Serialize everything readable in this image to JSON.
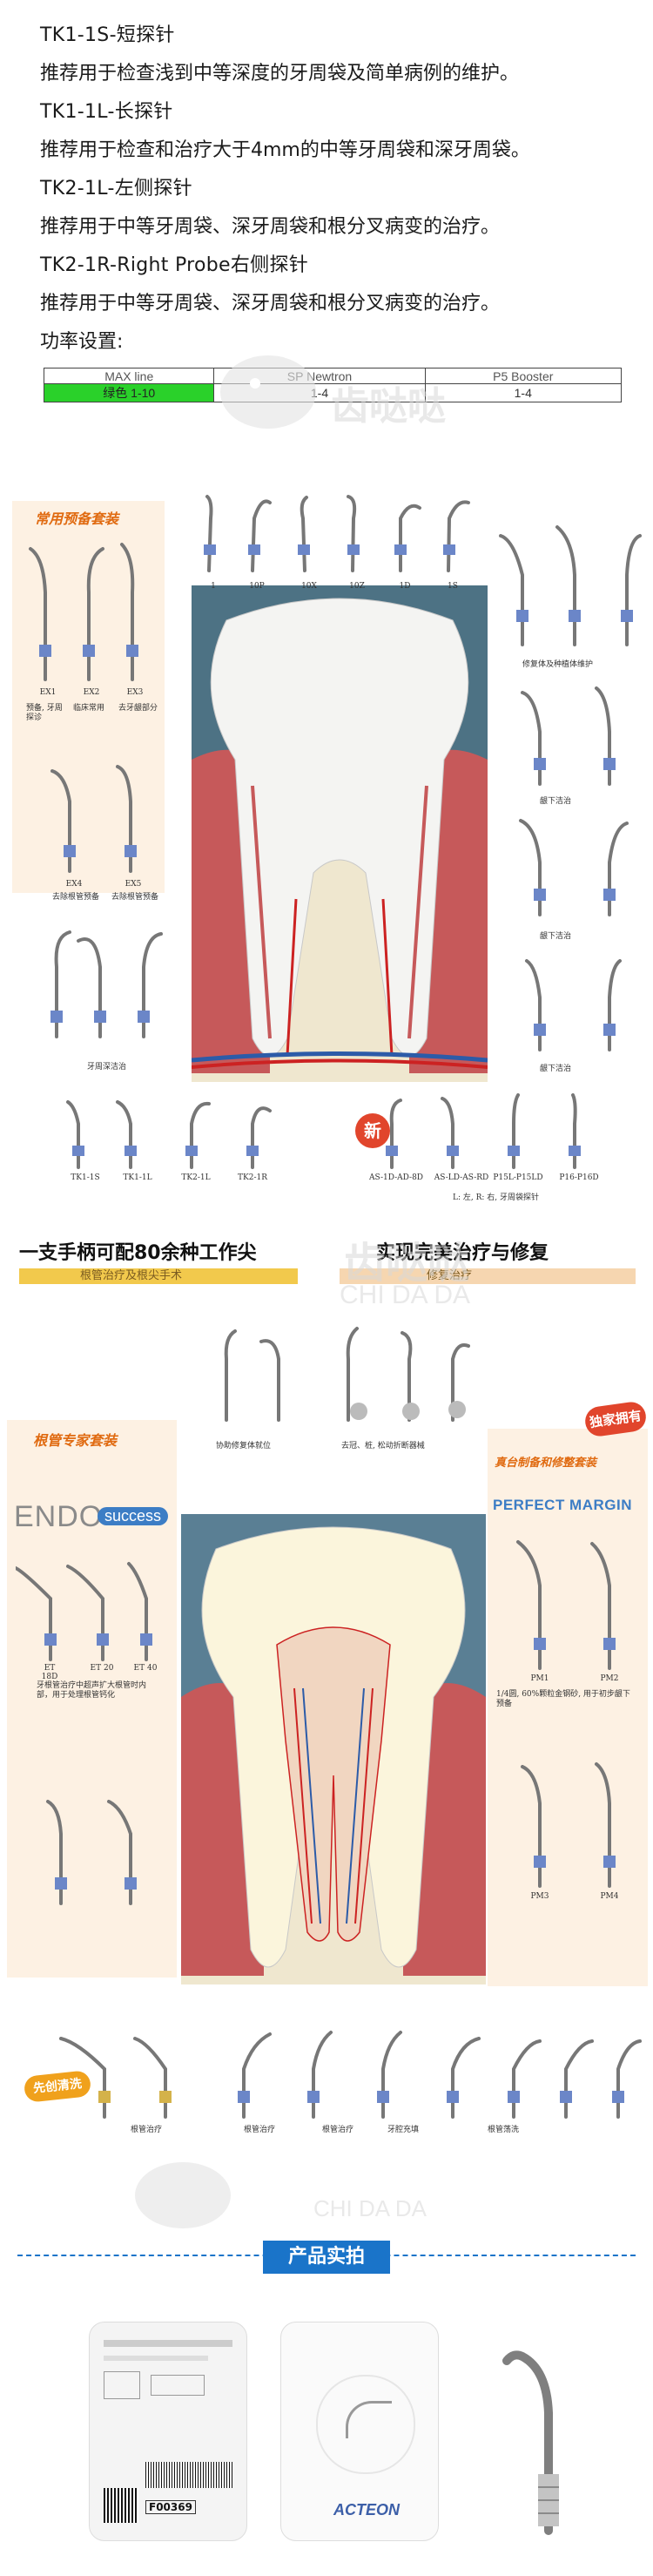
{
  "intro": {
    "lines": [
      "TK1-1S-短探针",
      "推荐用于检查浅到中等深度的牙周袋及简单病例的维护。",
      "TK1-1L-长探针",
      "推荐用于检查和治疗大于4mm的中等牙周袋和深牙周袋。",
      "TK2-1L-左侧探针",
      "推荐用于中等牙周袋、深牙周袋和根分叉病变的治疗。",
      "TK2-1R-Right Probe右侧探针",
      "推荐用于中等牙周袋、深牙周袋和根分叉病变的治疗。",
      "功率设置:"
    ]
  },
  "power_table": {
    "headers": [
      "MAX line",
      "SP Newtron",
      "P5 Booster"
    ],
    "row": [
      "绿色 1-10",
      "1-4",
      "1-4"
    ],
    "highlight_color": "#2ad12a"
  },
  "watermark": {
    "cn": "齿哒哒",
    "en": "CHI DA DA"
  },
  "section1": {
    "panel_title": "常用预备套装",
    "new_badge": "新",
    "labels": {
      "top_row": [
        "1",
        "10P",
        "10X",
        "10Z",
        "1D",
        "1S"
      ],
      "left_tips": [
        "EX1",
        "EX2",
        "EX3",
        "EX4",
        "EX5"
      ],
      "left_captions": [
        "预备, 牙周探诊",
        "临床常用",
        "去牙龈部分",
        "去除根管预备",
        "去除根管预备"
      ],
      "right_top_caption": "修复体及种植体维护",
      "right_mid_caption": "龈下洁治",
      "right_mid2_caption": "龈下洁治",
      "right_low_caption": "龈下洁治",
      "left_low_caption": "牙周深洁治",
      "bottom_left": [
        "TK1-1S",
        "TK1-1L",
        "TK2-1L",
        "TK2-1R"
      ],
      "bottom_right": [
        "AS-1D-AD-8D",
        "AS-LD-AS-RD",
        "P15L-P15LD",
        "P16-P16D"
      ],
      "bottom_note": "L: 左, R: 右, 牙周袋探针"
    }
  },
  "banners": {
    "left_title": "一支手柄可配80余种工作尖",
    "left_sub": "根管治疗及根尖手术",
    "right_title": "实现完美治疗与修复",
    "right_sub": "修复治疗"
  },
  "section2": {
    "top_captions": [
      "协助修复体就位",
      "去冠、桩, 松动折断器械"
    ],
    "endo_title": "根管专家套装",
    "endo_brand": "ENDO",
    "endo_brand_tail": "success",
    "margin_title": "真台制备和修整套装",
    "margin_brand": "PERFECT MARGIN",
    "exclusive_badge": "独家拥有",
    "endo_tips": [
      "ET 18D",
      "ET 20",
      "ET 40"
    ],
    "endo_text": "牙根管治疗中超声扩大根管时内部，用于处理根管钙化",
    "margin_tips": [
      "PM1",
      "PM2",
      "PM3",
      "PM4"
    ],
    "margin_text": "1/4圆, 60%颗粒金钢砂, 用于初步龈下预备"
  },
  "section3": {
    "badge": "先创清洗",
    "captions": [
      "根管治疗",
      "根管治疗",
      "根管治疗",
      "牙腔充填",
      "根管荡洗"
    ]
  },
  "product": {
    "title": "产品实拍",
    "pkg_ref": "F00369",
    "pkg_brand": "ACTEON"
  },
  "colors": {
    "accent_blue": "#1a74c9",
    "orange": "#e06a10",
    "red_badge": "#e1452c",
    "gum_red": "#c6595a",
    "panel_bg": "#fdf1e3"
  }
}
